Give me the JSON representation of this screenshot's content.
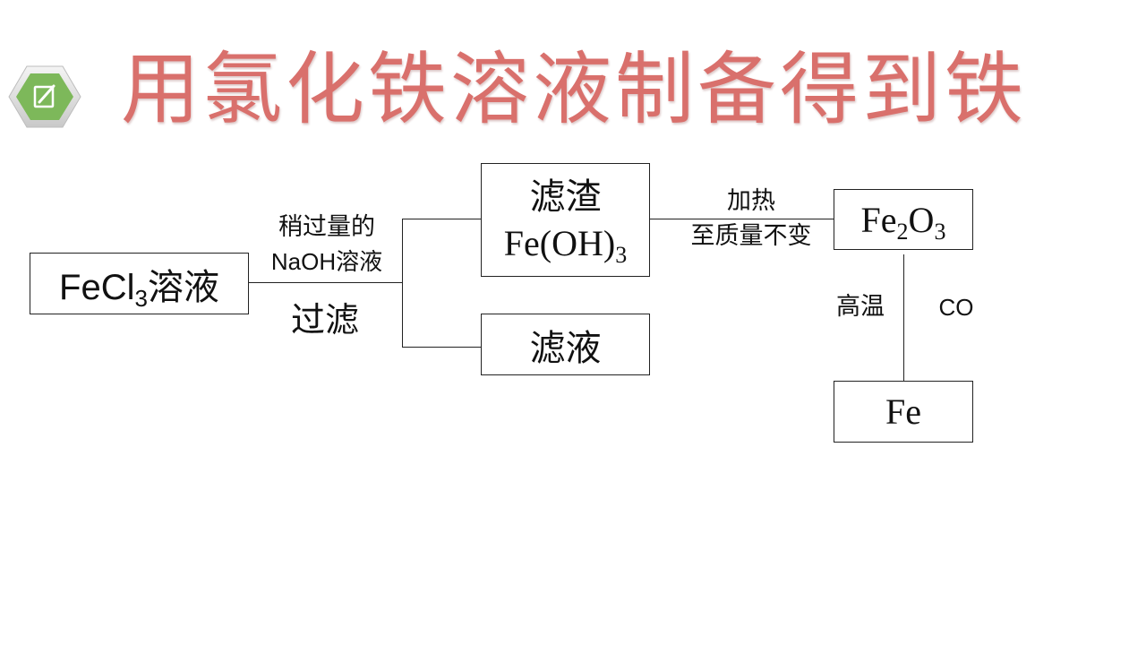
{
  "slide": {
    "title": "用氯化铁溶液制备得到铁",
    "icon": "edit-icon"
  },
  "diagram": {
    "nodes": {
      "start": {
        "formula": "FeCl",
        "sub": "3",
        "suffix": "溶液"
      },
      "residue": {
        "name": "滤渣",
        "formula": "Fe(OH)",
        "sub": "3"
      },
      "filtrate": {
        "name": "滤液"
      },
      "oxide": {
        "f1": "Fe",
        "s1": "2",
        "f2": "O",
        "s2": "3"
      },
      "iron": {
        "name": "Fe"
      }
    },
    "edges": {
      "step1_reagent_line1": "稍过量的",
      "step1_reagent_line2": "NaOH溶液",
      "step1_operation": "过滤",
      "step2_line1": "加热",
      "step2_line2": "至质量不变",
      "step3_condition": "高温",
      "step3_reagent": "CO"
    }
  }
}
